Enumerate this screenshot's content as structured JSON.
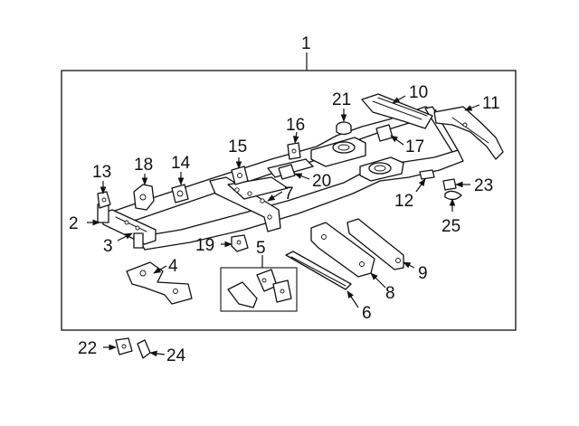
{
  "callouts": {
    "c1": "1",
    "c2": "2",
    "c3": "3",
    "c4": "4",
    "c5": "5",
    "c6": "6",
    "c7": "7",
    "c8": "8",
    "c9": "9",
    "c10": "10",
    "c11": "11",
    "c12": "12",
    "c13": "13",
    "c14": "14",
    "c15": "15",
    "c16": "16",
    "c17": "17",
    "c18": "18",
    "c19": "19",
    "c20": "20",
    "c21": "21",
    "c22": "22",
    "c23": "23",
    "c24": "24",
    "c25": "25"
  }
}
